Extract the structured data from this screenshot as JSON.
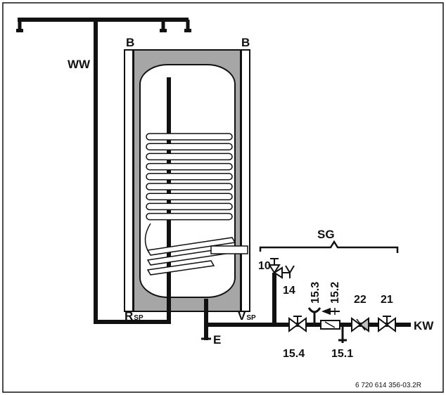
{
  "colors": {
    "line": "#111111",
    "tank_shell": "#a6a6a6",
    "tank_inner": "#ffffff",
    "coil": "#ffffff",
    "background": "#ffffff"
  },
  "labels": {
    "ww": "WW",
    "b_left": "B",
    "b_right": "B",
    "sg": "SG",
    "r_main": "R",
    "r_sub": "SP",
    "v_main": "V",
    "v_sub": "SP",
    "e": "E",
    "kw": "KW",
    "n10": "10",
    "n14": "14",
    "n15_3": "15.3",
    "n15_2": "15.2",
    "n22": "22",
    "n21": "21",
    "n15_4": "15.4",
    "n15_1": "15.1",
    "reference": "6 720 614 356-03.2R"
  },
  "icons": {
    "safety_valve": "safety-valve-icon",
    "gate_valve": "gate-valve-icon",
    "check_valve": "check-valve-icon",
    "pressure_reducer": "pressure-reducer-icon",
    "tap_outlet": "tap-outlet-icon"
  }
}
